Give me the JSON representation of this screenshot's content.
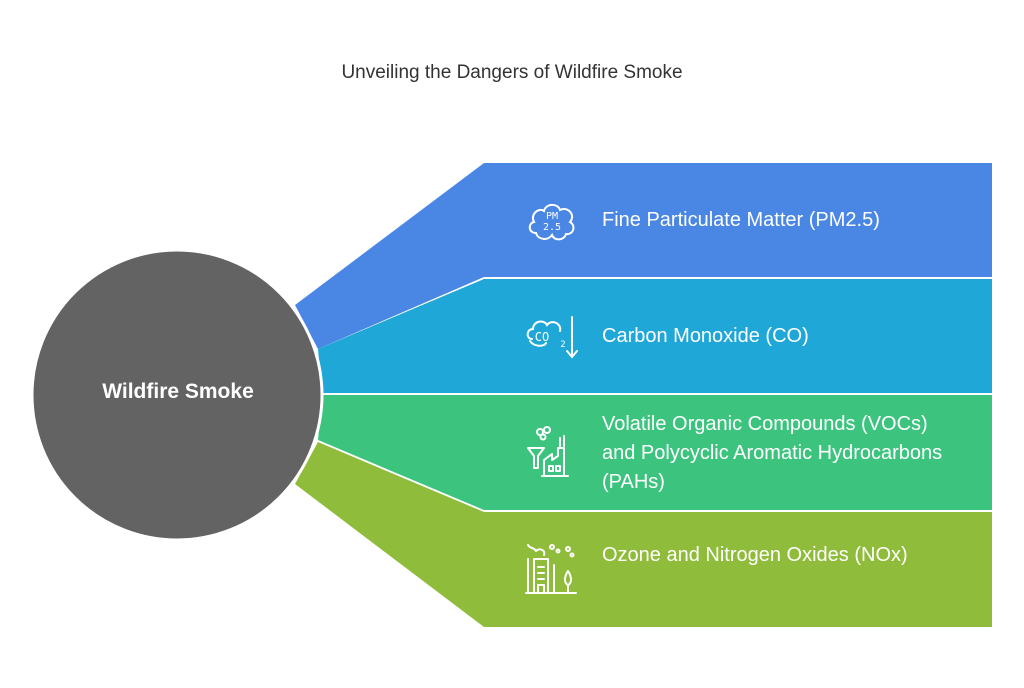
{
  "title": "Unveiling the Dangers of Wildfire Smoke",
  "hub": {
    "label": "Wildfire Smoke",
    "color": "#636363"
  },
  "items": [
    {
      "label": "Fine Particulate Matter (PM2.5)",
      "color": "#4A86E3",
      "icon": "pm25-cloud-icon"
    },
    {
      "label": "Carbon Monoxide (CO)",
      "color": "#1FA7D8",
      "icon": "co2-down-arrow-icon"
    },
    {
      "label": "Volatile Organic Compounds (VOCs) and Polycyclic Aromatic Hydrocarbons (PAHs)",
      "color": "#3CC47F",
      "icon": "factory-emissions-icon"
    },
    {
      "label": "Ozone and Nitrogen Oxides (NOx)",
      "color": "#8FBC3A",
      "icon": "polluted-city-icon"
    }
  ]
}
